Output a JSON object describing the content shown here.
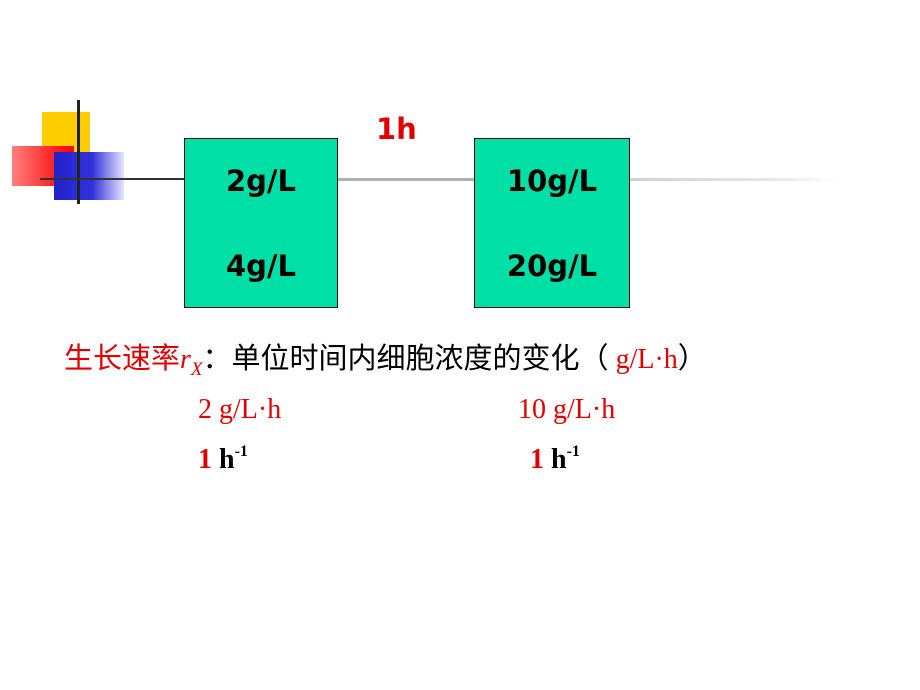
{
  "colors": {
    "box_fill": "#00e0a6",
    "accent_red": "#e00000",
    "logo_yellow": "#ffcc00",
    "logo_red": "#ff3333",
    "logo_blue": "#3333dd"
  },
  "icons": {
    "logo": "slide-corner-squares-icon"
  },
  "time_interval": "1h",
  "left_box": {
    "top_value": "2g/L",
    "bottom_value": "4g/L"
  },
  "right_box": {
    "top_value": "10g/L",
    "bottom_value": "20g/L"
  },
  "definition": {
    "term": "生长速率",
    "symbol": "r",
    "symbol_subscript": "X",
    "colon": "：",
    "description": "单位时间内细胞浓度的变化（",
    "unit": " g/L·h",
    "close_paren": "）"
  },
  "growth_rates": {
    "left": "2 g/L·h",
    "right": "10 g/L·h"
  },
  "specific_rates": {
    "left": {
      "value": "1",
      "unit": "h",
      "exponent": "-1"
    },
    "right": {
      "value": "1",
      "unit": "h",
      "exponent": "-1"
    }
  }
}
